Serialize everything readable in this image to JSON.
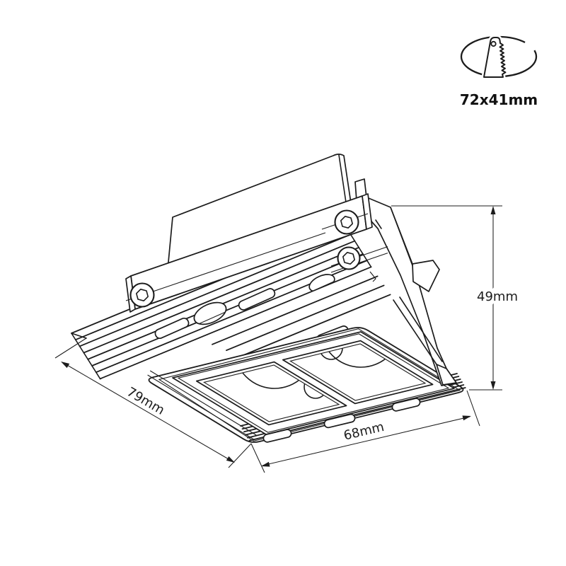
{
  "page": {
    "background": "#ffffff",
    "line_color": "#1c1c1c"
  },
  "dimensions": {
    "height": {
      "label": "49mm"
    },
    "left_edge": {
      "label": "79mm"
    },
    "front_edge": {
      "label": "68mm"
    }
  },
  "cutout_icon": {
    "label": "72x41mm",
    "symbol": "saw-cutting-ceiling-hole"
  }
}
